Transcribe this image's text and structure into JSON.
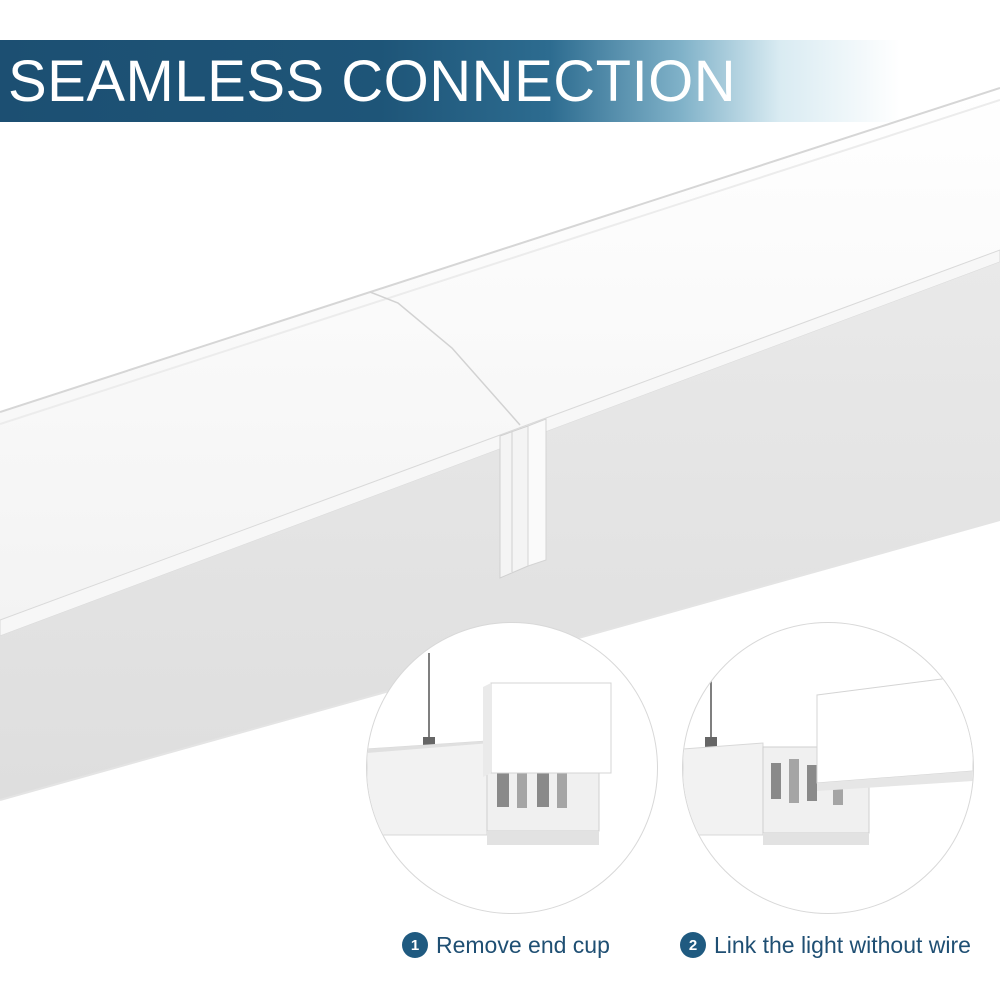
{
  "banner": {
    "title": "SEAMLESS CONNECTION"
  },
  "steps": [
    {
      "number": "1",
      "label": "Remove end cup"
    },
    {
      "number": "2",
      "label": "Link the light without wire"
    }
  ],
  "colors": {
    "banner": "#1c4f72",
    "caption": "#1f4f73",
    "badge": "#1f5a80"
  }
}
